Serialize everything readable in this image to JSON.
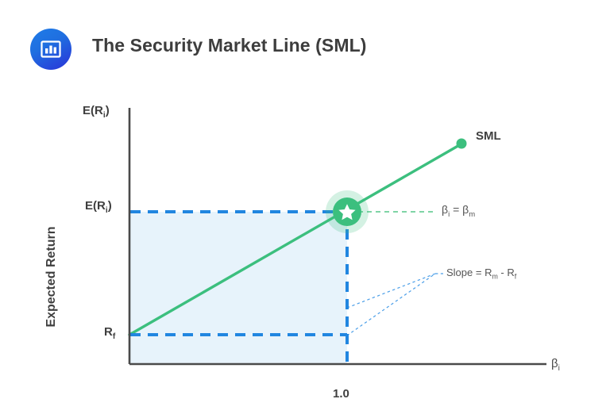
{
  "header": {
    "title": "The Security Market Line (SML)",
    "logo_icon": "bar-chart-icon",
    "logo_color_start": "#1f7ce8",
    "logo_color_end": "#2a32d8"
  },
  "chart_data": {
    "type": "line",
    "title": "The Security Market Line (SML)",
    "xlabel": "βi",
    "ylabel": "Expected Return",
    "axis": {
      "y_top_label": "E(Ri)",
      "x_end_label": "βi",
      "x_tick_labels": [
        "1.0"
      ],
      "x_tick_values": [
        1.0
      ],
      "y_tick_labels": [
        "E(Ri)",
        "Rf"
      ]
    },
    "series": [
      {
        "name": "SML",
        "color": "#3cbf7e",
        "points": [
          {
            "x": 0.0,
            "y": 0.0,
            "label": "Rf"
          },
          {
            "x": 1.0,
            "y": 1.0,
            "label": "E(Ri)"
          },
          {
            "x": 1.48,
            "y": 1.48,
            "label": "SML"
          }
        ]
      }
    ],
    "markers": [
      {
        "name": "market-portfolio",
        "shape": "star",
        "x": 1.0,
        "y": 1.0,
        "color": "#3cbf7e"
      },
      {
        "name": "sml-endpoint",
        "shape": "dot",
        "x": 1.48,
        "y": 1.48,
        "color": "#3cbf7e"
      }
    ],
    "annotations": [
      {
        "name": "sml-label",
        "text": "SML"
      },
      {
        "name": "beta-equality",
        "text": "βi = βm"
      },
      {
        "name": "slope-formula",
        "text": "Slope = Rm - Rf"
      },
      {
        "name": "one-tick",
        "text": "1.0"
      }
    ],
    "shaded_region": {
      "name": "risk-premium-area",
      "color": "#e7f3fb",
      "x_range": [
        0,
        1.0
      ],
      "y_range": [
        0,
        1.0
      ]
    },
    "grid": false,
    "legend": "none"
  },
  "labels": {
    "y_axis_top": {
      "base": "E(R",
      "sub": "i",
      "close": ")"
    },
    "y_axis_eri": {
      "base": "E(R",
      "sub": "i",
      "close": ")"
    },
    "y_axis_rf": {
      "base": "R",
      "sub": "f",
      "close": ""
    },
    "x_axis_beta": {
      "base": "β",
      "sub": "i",
      "close": ""
    },
    "x_tick_one": "1.0",
    "sml": "SML",
    "beta_eq_a": {
      "base": "β",
      "sub": "i"
    },
    "beta_eq_op": " = ",
    "beta_eq_b": {
      "base": "β",
      "sub": "m"
    },
    "slope_prefix": "Slope = R",
    "slope_sub_m": "m",
    "slope_mid": " - R",
    "slope_sub_f": "f",
    "y_axis_title": "Expected Return"
  },
  "colors": {
    "sml_green": "#3cbf7e",
    "halo_green": "#bfe8d4",
    "dashed_blue": "#2186e0",
    "thin_blue": "#4a9ee8",
    "fill_blue": "#e7f3fb",
    "axis_gray": "#4a4a4a",
    "text_dark": "#3f3f3f",
    "background": "#ffffff"
  }
}
